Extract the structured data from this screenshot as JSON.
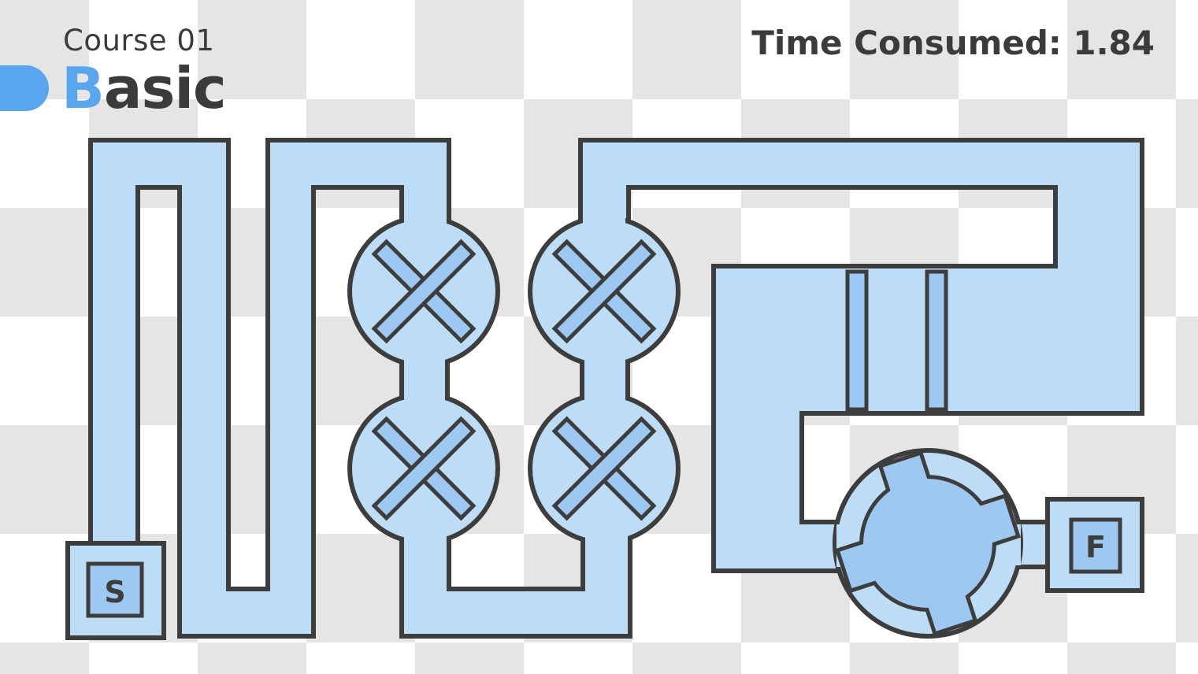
{
  "hud": {
    "course_label": "Course 01",
    "title_initial": "B",
    "title_rest": "asic",
    "time_label": "Time Consumed:",
    "time_value": "1.84"
  },
  "level": {
    "start_label": "S",
    "finish_label": "F",
    "spinner_count": 4,
    "gate_count": 2,
    "gear_count": 1
  },
  "colors": {
    "track_fill": "#bddcf5",
    "track_stroke": "#3d3d3d",
    "obstacle_fill": "#9dc8f2",
    "accent": "#5aa6ee",
    "text": "#3b3b3b",
    "checker_dark": "#e5e5e5",
    "checker_light": "#ffffff"
  },
  "icons": {
    "spinner": "x-cross-spinner",
    "gate": "sliding-bar",
    "gear": "rotating-gear"
  }
}
